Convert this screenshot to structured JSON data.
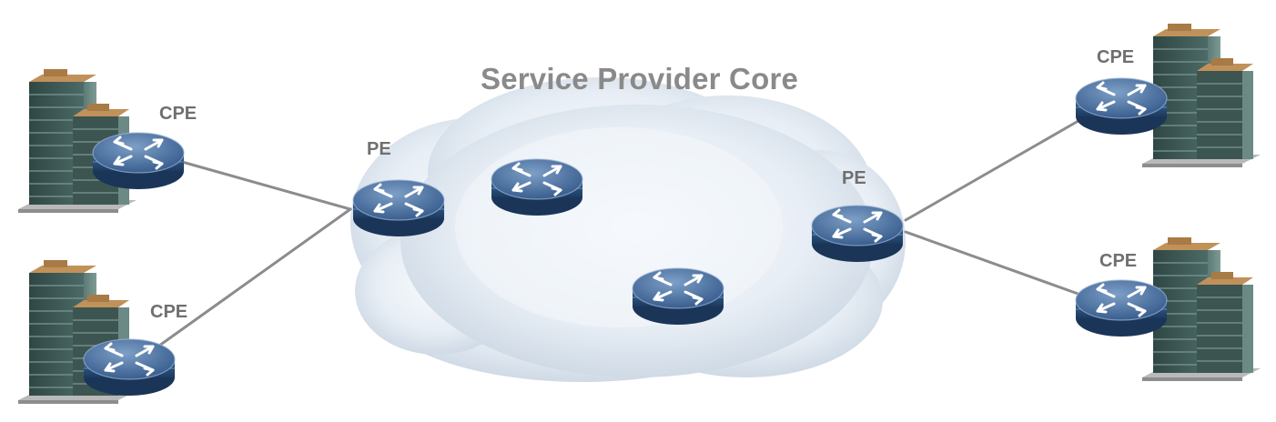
{
  "cloud": {
    "title": "Service Provider Core"
  },
  "labels": {
    "cpe_top_left": "CPE",
    "cpe_bottom_left": "CPE",
    "pe_left": "PE",
    "pe_right": "PE",
    "cpe_top_right": "CPE",
    "cpe_bottom_right": "CPE"
  },
  "icons": {
    "router": "router-icon",
    "building": "office-building-icon",
    "cloud": "cloud-icon"
  },
  "colors": {
    "router_top": "#4a6f9c",
    "router_body": "#2d4f7a",
    "link": "#8c8c8c",
    "label": "#6f6f6f",
    "building": "#3f5a56",
    "building_roof": "#b8874f",
    "cloud": "#e6eef6"
  }
}
